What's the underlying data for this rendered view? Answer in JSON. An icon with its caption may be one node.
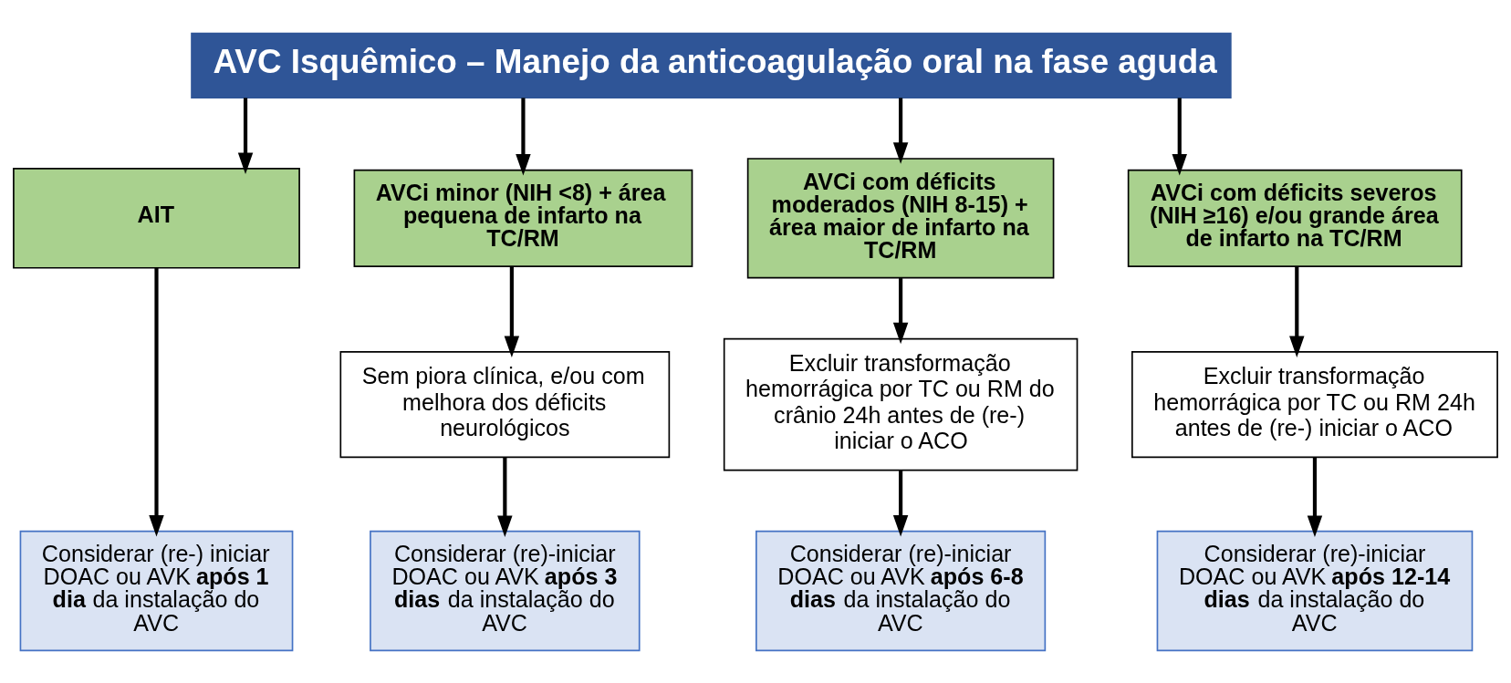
{
  "diagram": {
    "nodes": [
      {
        "text": [
          "AVC Isquêmico – Manejo da anticoagulação oral na fase aguda"
        ]
      },
      {
        "text": [
          "AIT"
        ]
      },
      {
        "text": [
          "AVCi minor (NIH <8) + área pequena de infarto na TC/RM"
        ]
      },
      {
        "text": [
          "AVCi com déficits moderados (NIH 8-15) + área maior de infarto na TC/RM"
        ]
      },
      {
        "text": [
          "AVCi com déficits severos (NIH ≥16) e/ou grande área de infarto na TC/RM"
        ]
      },
      {
        "text": [
          "Sem piora clínica, e/ou com melhora dos déficits neurológicos"
        ]
      },
      {
        "text": [
          "Excluir transformação hemorrágica por TC ou RM do crânio 24h antes de (re-) iniciar o ACO"
        ]
      },
      {
        "text": [
          "Excluir transformação hemorrágica por TC ou RM 24h antes de (re-) iniciar o ACO"
        ]
      },
      {
        "text": [
          "Considerar (re-) iniciar DOAC ou AVK **após 1 dia** da instalação do AVC"
        ]
      },
      {
        "text": [
          "Considerar (re)-iniciar DOAC ou AVK **após 3 dias** da instalação do AVC"
        ]
      },
      {
        "text": [
          "Considerar (re)-iniciar DOAC ou AVK **após 6-8 dias** da instalação do AVC"
        ]
      },
      {
        "text": [
          "Considerar (re)-iniciar DOAC ou AVK **após 12-14 dias** da instalação do AVC"
        ]
      }
    ],
    "edges": [
      {
        "from": 0,
        "to": 1,
        "arrow": "to"
      },
      {
        "from": 0,
        "to": 2,
        "arrow": "to"
      },
      {
        "from": 0,
        "to": 3,
        "arrow": "to"
      },
      {
        "from": 0,
        "to": 4,
        "arrow": "to"
      },
      {
        "from": 1,
        "to": 8,
        "arrow": "to"
      },
      {
        "from": 2,
        "to": 5,
        "arrow": "to"
      },
      {
        "from": 5,
        "to": 9,
        "arrow": "to"
      },
      {
        "from": 3,
        "to": 6,
        "arrow": "to"
      },
      {
        "from": 6,
        "to": 10,
        "arrow": "to"
      },
      {
        "from": 4,
        "to": 7,
        "arrow": "to"
      },
      {
        "from": 7,
        "to": 11,
        "arrow": "to"
      }
    ]
  }
}
